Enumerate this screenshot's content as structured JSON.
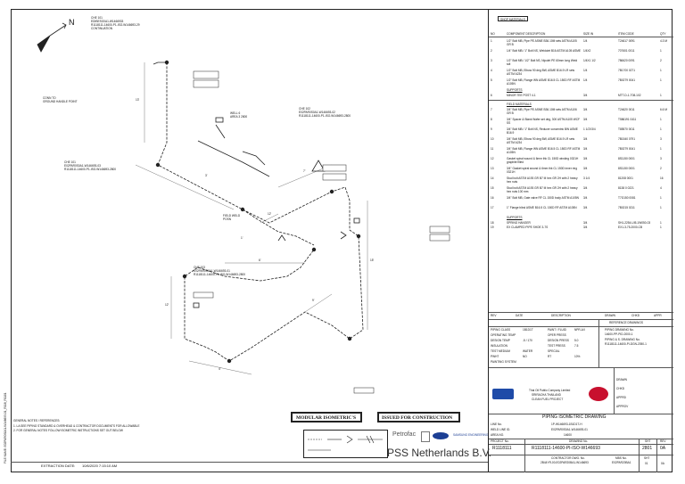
{
  "north": "N",
  "iso": {
    "label1": [
      "CHE 101",
      "EDIBESO0A1-W1466933",
      "R1118111-14600-P1-ISO-W146693-29",
      "CONTINUATION"
    ],
    "label2": [
      "CONN TO",
      "GROUND HANDLE POINT"
    ],
    "label3": [
      "CHE 101",
      "E02PAR0S0A1-W146693-03",
      "R1118111-14600-P1-ISO-W146693-2800"
    ],
    "label4": [
      "CHE 102",
      "E02PAR0S0A1-W146693-02",
      "R1118111-14600-P1-ISO-W146693-2800"
    ],
    "label5": [
      "CHE 103",
      "E02PAR0S0A1-W146693-01",
      "R1118111-14600-P1-ISO-W146693-2800"
    ],
    "label6": [
      "WELL 6",
      "AREA 3 2800"
    ],
    "label7": [
      "FIELD WELD",
      "POSN"
    ],
    "dims": [
      "13'",
      "3'",
      "7'",
      "15'",
      "12'",
      "4'",
      "6'",
      "9'",
      "12'",
      "1'",
      "3'",
      "8'",
      "22'",
      "5'",
      "14'",
      "6'",
      "1'",
      "8'",
      "17'",
      "4'"
    ],
    "stamps": [
      "MODULAR ISOMETRIC'S",
      "ISSUED FOR CONSTRUCTION"
    ]
  },
  "notes": {
    "title": "GENERAL NOTES / REFERENCES:",
    "lines": [
      "1. LA SEE PIPING STANDARD & OVERHEAD & CONTRACTOR DOCUMENTS FOR ALLOWABLE",
      "2. FOR GENERAL NOTES FOLLOW ISOMETRIC INSTRUCTIONS SET OUT BELOW"
    ],
    "extraction_label": "EXTRACTION DATE:",
    "extraction_date": "10/6/2020 7:15:10 AM",
    "vertical": "FILE NAME: E02PAR0S0A1-W146693-01_R118_R1101"
  },
  "bom": {
    "header": "SHOP MATERIALS",
    "cols": [
      "NO",
      "COMPONENT DESCRIPTION",
      "SIZE IN",
      "ITEM CODE",
      "QTY"
    ],
    "rows": [
      [
        "1",
        "1/2\" Bolt MB, Pipe PE ASME B36.10M sets ASTM A105 GR B",
        "1/4",
        "T24617 0091",
        "4.3 M"
      ],
      [
        "2",
        "1/4\" Bolt MB / 1\" Bolt NS, Weldolet B16 ASTM A105 ASME",
        "1/4X2",
        "707601 0011",
        "1"
      ],
      [
        "3",
        "1/2\" Bolt MB / 1/2\" Bolt NS, Nipolet PE 60mm long Weld sdt",
        "1/4X1 1/2",
        "786620 0091",
        "2"
      ],
      [
        "4",
        "1/2\" Bolt MB, Elbow 90 deg BW, ASME B16.9 LR sets ASTM A234",
        "1/4",
        "7B1700 0271",
        "1"
      ],
      [
        "5",
        "1/2\" Bolt MB, Flange WN ASME B16.5 CL 150D RF ASTM A105N",
        "1/4",
        "7B0279 0041",
        "1"
      ]
    ],
    "supports_header": "SUPPORTS",
    "support_rows": [
      [
        "6",
        "MINOR TEE POST 4-1",
        "3/4",
        "MTT-D-1-T08-102",
        "1"
      ]
    ],
    "field_header": "FIELD MATERIALS",
    "field_rows": [
      [
        "7",
        "3/4\" Bolt MB, Pipe PE ASME B36.10M sets ASTM A106 GR B",
        "3/4",
        "T24620 0011",
        "6.6 M"
      ],
      [
        "8",
        "3/4\" Spacer & Blank Wafer set deg, 300 ASTM A105 WCF SS",
        "3/4",
        "T586191 0411",
        "1"
      ],
      [
        "9",
        "3/4\" Bolt MB / 1\" Bolt NS, Reducer concentric BW ASME B16.9",
        "1 1/2X3/4",
        "T85570 0011",
        "1"
      ],
      [
        "10",
        "3/4\" Bolt MB, Elbow 90 deg BW, ASME B16.9 LR sets ASTM A234",
        "3/4",
        "7B1540 0791",
        "3"
      ],
      [
        "11",
        "3/4\" Bolt MB, Flange WN ASME B16.5 CL 150D RF ASTM A105N",
        "3/4",
        "7B0279 0041",
        "1"
      ],
      [
        "12",
        "Gasket spiral wound & 6mm thk CL 150D winding 0321H graphite filled",
        "3/4",
        "8S1150 0001",
        "3"
      ],
      [
        "13",
        "3/4\" Gasket spiral wound & 6mm thk CL 150D inner ring 0321H",
        "3/4",
        "8S1150 0001",
        "2"
      ],
      [
        "14",
        "Stud bolt ASTM A193 GR B7 M hex GR 2H with 2 heavy hex nuts",
        "3 1/4",
        "81208 0001",
        "16"
      ],
      [
        "15",
        "Stud bolt ASTM A193 GR B7 M hex GR 2H with 2 heavy hex nuts 100 mm",
        "3/4",
        "8138 0 0221",
        "4"
      ],
      [
        "16",
        "3/4\" Bolt MB, Gate valve RF CL 150D body ASTM A105N",
        "3/4",
        "T7G150 0081",
        "1"
      ],
      [
        "17",
        "1\" Flange blind ASME B16.5 CL 150D RF ASTM A105N",
        "3/4",
        "7B0215 0211",
        "1"
      ]
    ],
    "support2_header": "SUPPORTS",
    "support2_rows": [
      [
        "18",
        "SPRING HANGER",
        "3/4",
        "SH1-2254-UI5-1W050-03",
        "1"
      ],
      [
        "19",
        "EX CLAMPED PIPE SHOE 3-7S",
        "3/4",
        "EX1-3-75-2000-CB",
        "1"
      ]
    ]
  },
  "titleblock": {
    "rev_cols": [
      "REV",
      "DATE",
      "DESCRIPTION",
      "DRAWN",
      "CHKD",
      "APPR"
    ],
    "ref_title": "REFERENCE DRAWINGS",
    "refs": [
      "PIPING DRAWING No.",
      "14600-PP-PID-2000-1",
      "PIPING & S. DRAWING No.",
      "R1118111-14600-PI-DGN-2050-1"
    ],
    "props": [
      [
        "PIPING CLASS",
        "1B1D1T",
        "PAINT / FLUID",
        "NPR-A/I"
      ],
      [
        "OPERATING TEMP",
        "",
        "OPER PRESS",
        ""
      ],
      [
        "DESIGN TEMP",
        "-5 / 170",
        "DESIGN PRESS",
        "5.0"
      ],
      [
        "INSULATION",
        "",
        "TEST PRESS",
        "7.5"
      ],
      [
        "TEST MEDIUM",
        "WATER",
        "SPECIAL",
        ""
      ],
      [
        "PWHT",
        "NO",
        "RT",
        "10%"
      ],
      [
        "PAINTING SYSTEM",
        "",
        "",
        ""
      ]
    ],
    "sig_labels": [
      "DRAWN",
      "CHKD",
      "APPRD",
      "APPROV"
    ],
    "company": [
      "Thai Oil Public Company Limited",
      "SRIRACHA THAILAND",
      "CLEAN FUEL PROJECT"
    ],
    "drawing_title": "PIPING ISOMETRIC DRAWING",
    "line_no_label": "LINE No.",
    "line_no": "1P-W146693-1B1D1T-H",
    "weld_id_label": "WELD LINE ID.",
    "weld_id": "E02PAR0S0A1-W146693-01",
    "area_label": "AREA NO.",
    "area_no": "14600",
    "project_label": "PROJECT No.",
    "drawing_label": "DRAWING No.",
    "sht_label": "SHT",
    "rev_label": "REV",
    "project_no": "R1118111",
    "drawing_no": "R1118111-14600-PI-ISO-W146693",
    "sht": "2801",
    "rev": "0A",
    "contractor_label": "CONTRACTOR DWG. No.",
    "contractor_no": "2B44YR-00-E02PAR20BA1-W146693",
    "mbs_label": "MBS No.",
    "mbs_no": "E02PAR20BA1",
    "sht2_label": "SHT",
    "sht2": "01",
    "rev2": "0A",
    "logos": [
      "Petrofac",
      "Samsung",
      "SAMSUNG ENGINEERING"
    ],
    "contractor_name": "PSS Netherlands B.V.",
    "legend_title": "MODULAR ISOMETRIC'S",
    "issued": "ISSUED FOR CONSTRUCTION"
  }
}
